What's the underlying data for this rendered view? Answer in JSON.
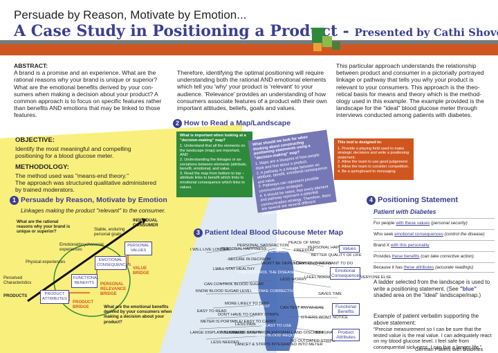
{
  "header": {
    "title_line1": "Persuade by Reason, Motivate by Emotion...",
    "title_line2": "A Case Study in Positioning a Product - ",
    "presented_by": "Presented by Cathi Shover"
  },
  "abstract": {
    "heading": "ABSTRACT:",
    "col1": "A brand is a promise and an experience. What are the rational reasons why your brand is unique or superior? What are the emotional benefits derived by your con-sumers when making a decision about your product? A common approach is to focus on specific features rather than benefits AND emotions that may be linked to those features.",
    "col2": "Therefore, identifying the optimal positioning will require understanding both the rational AND emotional elements which tell you 'why' your product is 'relevant' to your audience. 'Relevance' provides an understanding of how consumers associate features of a product with their own important attitudes, beliefs, goals and values.",
    "col3": "This particular approach understands the relationship between product and consumer in a pictorially portrayed linkage or pathway that tells you why your product is relevant to your consumers. This approach is the theo-retical basis for means and theory which is the method-ology used in this example. The example provided is the landscape for the \"ideal\" blood glucose meter through interviews conducted among patients with diabetes."
  },
  "objective": {
    "heading": "OBJECTIVE:",
    "text": "Identify the most meaningful and compelling positioning for a blood glucose meter.",
    "method_heading": "METHODOLOGY:",
    "method_text1": "The method used was \"means-end theory.\"",
    "method_text2": "The approach was structured qualitative administered by trained moderators."
  },
  "section1": {
    "number": "1",
    "title": "Persuade by Reason, Motivate by Emotion",
    "subtitle": "Linkages making the product \"relevant\" to the consumer.",
    "q1": "What are the rational reasons why your brand is unique or superior?",
    "individual": "INDIVIDUAL CONSUMER",
    "stable": "Stable, enduring personal goals",
    "emo_psy": "Emotional/psychosocial experiences",
    "physical": "Physical experiences",
    "perceived": "Perceived Characteristics",
    "products": "PRODUCTS",
    "personal_values": "PERSONAL VALUES",
    "emotional_consequences": "EMOTIONAL CONSEQUENCES",
    "functional_benefits": "FUNCTIONAL BENEFITS",
    "product_attributes": "PRODUCT ATTRIBUTES",
    "value_bridge": "VALUE BRIDGE",
    "personal_relevance_bridge": "PERSONAL RELEVANCE BRIDGE",
    "product_bridge": "PRODUCT BRIDGE",
    "q2": "What are the emotional benefits derived by your consumers when making a decision about your product?"
  },
  "section2": {
    "number": "2",
    "title": "How to Read a Map/Landscape",
    "green_head": "What is important when looking at a \"decision-making\" map?",
    "green_items": [
      "1. Understand that all the elements on the landscape (map) are important, AND",
      "2. Understanding the linkages or as-sociations between elements (attribute, benefit, emotional, and value.",
      "3. Read the map from bottom to top – attribute links to benefit which links to emotional consequence which links to values."
    ],
    "purple_head": "What should we look for when thinking about constructing positioning statements using a \"decision-making\" map?",
    "purple_items": [
      "1. Maps are a blueprint of how people think and feel about a product.",
      "2. A pathway is a linkage between an attribute, benefit, emotional consequence and value.",
      "3. Pathways can represent possible communication strategies.",
      "4. It should be noted, that every element and pathway represent a potential communication strategy. Therefore, there are several are several different positioning options on a map."
    ],
    "orange_head": "This tool is designed to:",
    "orange_items": [
      "1. Provide a playing field used to make strategic decisions and write a positioning statement.",
      "2. Allow the team to use good judgement",
      "3. Allow the team to consider competition.",
      "4. Be a springboard to messaging"
    ]
  },
  "section3": {
    "number": "3",
    "title": "Patient Ideal Blood Glucouse Meter Map",
    "values": "Values",
    "emotional": "Emotional Consequences",
    "functional": "Functional Benefits",
    "product": "Product Attributes",
    "labels": [
      "PEACE OF MIND",
      "PERSONAL HAPPINESS",
      "PERSONAL SATISFACTION",
      "PERSONAL HAPPINESS",
      "I WILL LIVE LONGER",
      "PERSONAL SECURITY",
      "FREEDOM",
      "BETTER QUALITY OF LIFE",
      "SECURE IN DECISION",
      "WON'T BE DEPENDENT ON OTHERS",
      "I CAN DO WHAT I WANT TO DO",
      "I WILL STAY HEALTHY",
      "CAN CONTROL THE DISEASE",
      "LESS WORRY",
      "I FEEL NORMAL/ FEEL LIKE EVERYONE ELSE",
      "CAN CONTROL BLOOD SUGAR",
      "KNOW BLOOD SUGAR LEVEL",
      "CAN TAKE CORRECTIVE ACTION",
      "SAVES TIME",
      "MORE LIKELY TO TEST",
      "EASY TO READ",
      "CAN TEST ANYWHERE",
      "CAN TEST",
      "OTHERS WON'T NOTICE",
      "DON'T HAVE TO CARRY STRIPS",
      "METER IS PORTABLE/ EASY TO CARRY",
      "LESS PAIN",
      "EASY TO USE",
      "LARGE DISPLAY/ NUMBERS",
      "INTEGRATED STRIPS",
      "LESS PAIN/ PROBLEMS",
      "LESS BLOOD REQUIRED",
      "SMALL AND DISCREET",
      "INTEGRATED LANCET",
      "NO OUTDATED STRIPS",
      "LANCET & STRIPS INTEGRATED INTO METER",
      "LESS NEEDED"
    ]
  },
  "section4": {
    "number": "4",
    "title": "Positioning Statement",
    "subtitle": "Patient with Diabetes",
    "rows": [
      {
        "pre": "For people ",
        "u": "with these values",
        "post": " (personal security)"
      },
      {
        "pre": "Who seek ",
        "u": "emotional consequences",
        "post": " (control the disease)"
      },
      {
        "pre": "Brand X ",
        "u": "with this personality",
        "post": ""
      },
      {
        "pre": "Provides ",
        "u": "these benefits",
        "post": " (can take corrective action)"
      },
      {
        "pre": "Because it has ",
        "u": "these attributes",
        "post": " (accurate readings)"
      }
    ],
    "ladder_pre": "A ladder selected from the landscape is used to write a positioning statement. (See ",
    "ladder_blue": "\"blue\"",
    "ladder_post": " shaded area on the \"ideal\" landscape/map.)",
    "example_head": "Example of patient verbatim supporting the above statement:",
    "quote": "\"Precise measurement so I can be sure that the tested value is the real value. I can adequately react on my blood glucose level. I feel safe from consequential sick-ness. I can live a longer life.\"",
    "attribution": "German Patient with Diabetes"
  },
  "colors": {
    "accent": "#3a3f8f",
    "orange": "#d0561f",
    "green": "#2e8a3a",
    "yellow": "#f9ef7c",
    "purple": "#7678b5"
  }
}
